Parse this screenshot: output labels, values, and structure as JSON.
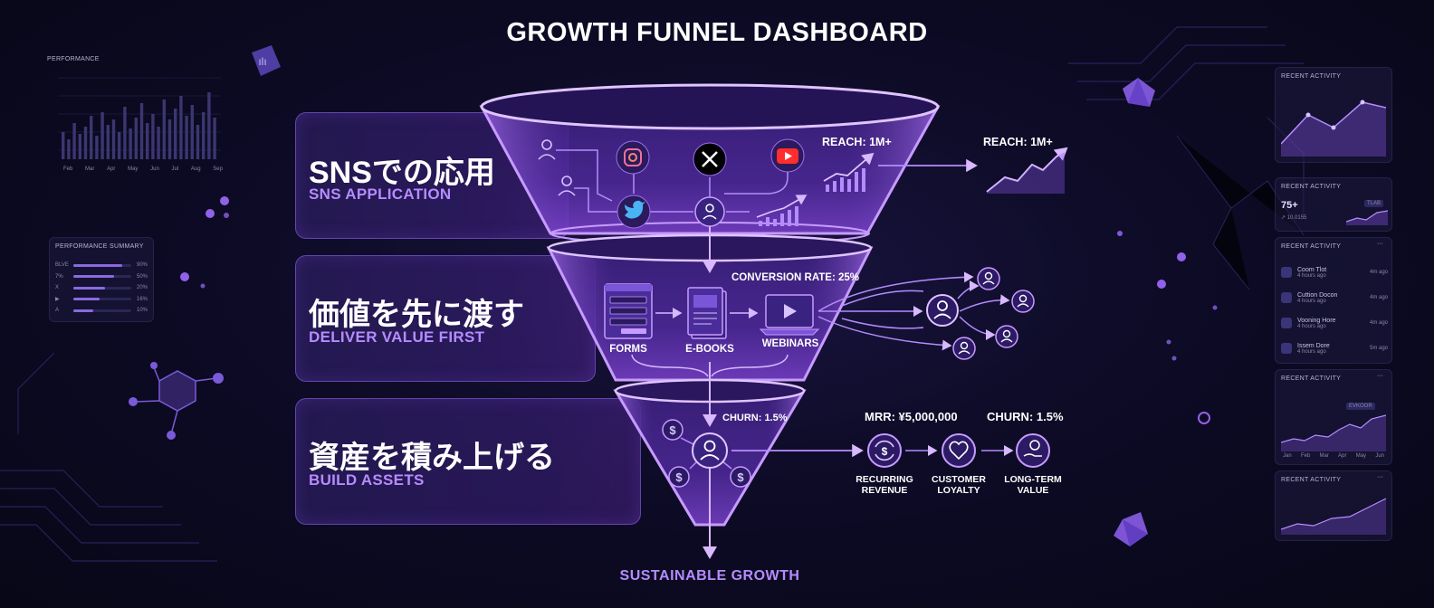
{
  "title": "GROWTH FUNNEL DASHBOARD",
  "stages": [
    {
      "jp": "SNSでの応用",
      "en": "SNS APPLICATION"
    },
    {
      "jp": "価値を先に渡す",
      "en": "DELIVER VALUE FIRST"
    },
    {
      "jp": "資産を積み上げる",
      "en": "BUILD ASSETS"
    }
  ],
  "metrics": {
    "reach_in": "REACH: 1M+",
    "reach_out": "REACH: 1M+",
    "conversion": "CONVERSION RATE: 25%",
    "churn_in": "CHURN: 1.5%",
    "mrr": "MRR: ¥5,000,000",
    "churn_out": "CHURN: 1.5%"
  },
  "stage2_items": [
    "FORMS",
    "E-BOOKS",
    "WEBINARS"
  ],
  "outcomes": [
    {
      "line1": "RECURRING",
      "line2": "REVENUE"
    },
    {
      "line1": "CUSTOMER",
      "line2": "LOYALTY"
    },
    {
      "line1": "LONG-TERM",
      "line2": "VALUE"
    }
  ],
  "bottom_label": "SUSTAINABLE GROWTH",
  "left_panels": {
    "performance": {
      "title": "PERFORMANCE",
      "months": [
        "Feb",
        "Mar",
        "Apr",
        "May",
        "Jun",
        "Jul",
        "Aug",
        "Sep"
      ]
    },
    "summary": {
      "title": "PERFORMANCE SUMMARY",
      "rows": [
        {
          "label": "BLVE",
          "value": "90%",
          "fill": 0.85
        },
        {
          "label": "7%",
          "value": "50%",
          "fill": 0.7
        },
        {
          "label": "X",
          "value": "20%",
          "fill": 0.55
        },
        {
          "label": "▶",
          "value": "16%",
          "fill": 0.45
        },
        {
          "label": "A",
          "value": "10%",
          "fill": 0.35
        }
      ]
    }
  },
  "right_panels": {
    "p1": {
      "title": "RECENT ACTIVITY"
    },
    "p2": {
      "title": "RECENT ACTIVITY",
      "value": "75+",
      "sub": "↗ 10.0155",
      "badge": "TLAB"
    },
    "p3": {
      "title": "RECENT ACTIVITY",
      "menu": "···",
      "items": [
        {
          "name": "Coom Tlot",
          "sub": "4 hours ago",
          "time": "4m ago"
        },
        {
          "name": "Cuttion Docon",
          "sub": "4 hours ago",
          "time": "4m ago"
        },
        {
          "name": "Vooning Hore",
          "sub": "4 hours ago",
          "time": "4m ago"
        },
        {
          "name": "Issem Dore",
          "sub": "4 hours ago",
          "time": "5m ago"
        }
      ]
    },
    "p4": {
      "title": "RECENT ACTIVITY",
      "menu": "···",
      "badge": "EVKOOR",
      "ticks": [
        "Jan",
        "Feb",
        "Mar",
        "Apr",
        "May",
        "Jun"
      ]
    },
    "p5": {
      "title": "RECENT ACTIVITY",
      "menu": "···"
    }
  },
  "colors": {
    "accent": "#b48cff",
    "glow": "#c79bff",
    "bg": "#0d0b26"
  }
}
